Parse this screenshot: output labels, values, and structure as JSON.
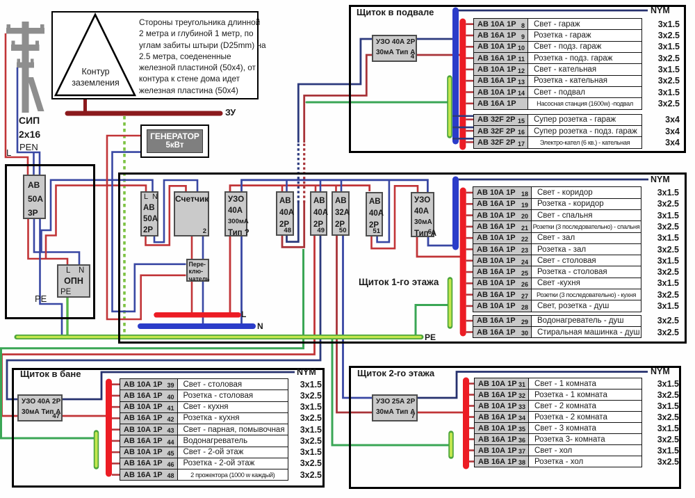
{
  "pole": {
    "sip_line1": "СИП",
    "sip_line2": "2х16",
    "pen": "PEN",
    "l": "L"
  },
  "grounding": {
    "triangle_line1": "Контур",
    "triangle_line2": "заземления",
    "zu": "ЗУ",
    "note_lines": [
      "Стороны треугольника длинной",
      "2 метра и глубиной 1 метр, по",
      "углам забиты штыри (D25mm) на",
      "2.5 метра, соедененные",
      "железной пластиной (50х4), от",
      "контура к стене дома идет",
      "железная пластина (50х4)"
    ]
  },
  "generator": {
    "name": "ГЕНЕРАТОР",
    "power": "5кВт"
  },
  "input_box": {
    "av3p": {
      "line1": "АВ",
      "line2": "50А",
      "line3": "3Р"
    },
    "opn": {
      "l": "L",
      "n": "N",
      "name": "ОПН",
      "pe": "РЕ"
    },
    "pe_wire_label": "РЕ"
  },
  "main_panel": {
    "title": "Щиток 1-го этажа",
    "nym": "NYM",
    "av2p": {
      "l": "L",
      "n": "N",
      "line1": "АВ",
      "line2": "50А",
      "line3": "2Р"
    },
    "meter": {
      "name": "Счетчик",
      "num": "2"
    },
    "switch": {
      "line1": "Пере-",
      "line2": "клю-",
      "line3": "чатель"
    },
    "uzo300": {
      "line1": "УЗО",
      "line2": "40А",
      "line3": "300мА",
      "line4": "Тип ?"
    },
    "av48": {
      "line1": "АВ",
      "line2": "40А",
      "line3": "2Р",
      "num": "48"
    },
    "av49": {
      "line1": "АВ",
      "line2": "40А",
      "line3": "2Р",
      "num": "49"
    },
    "av50": {
      "line1": "АВ",
      "line2": "32А",
      "line3": "2Р",
      "num": "50"
    },
    "av51": {
      "line1": "АВ",
      "line2": "40А",
      "line3": "2Р",
      "num": "51"
    },
    "uzo6": {
      "line1": "УЗО",
      "line2": "40А",
      "line3": "30мА",
      "line4": "Тип А",
      "num": "6"
    },
    "bus_l": "L",
    "bus_n": "N",
    "bus_pe": "PE"
  },
  "panels": {
    "basement": {
      "title": "Щиток в подвале",
      "nym": "NYM",
      "uzo": {
        "line1": "УЗО 40А 2Р",
        "line2": "30мА Тип А",
        "num": "4"
      },
      "rows": [
        {
          "breaker": "АВ 10А 1Р",
          "num": "8",
          "desc": "Свет - гараж",
          "cable": "3х1.5"
        },
        {
          "breaker": "АВ 16А 1Р",
          "num": "9",
          "desc": "Розетка - гараж",
          "cable": "3х2.5"
        },
        {
          "breaker": "АВ 10А 1Р",
          "num": "10",
          "desc": "Свет - подз. гараж",
          "cable": "3х1.5"
        },
        {
          "breaker": "АВ 16А 1Р",
          "num": "11",
          "desc": "Розетка - подз. гараж",
          "cable": "3х2.5"
        },
        {
          "breaker": "АВ 10А 1Р",
          "num": "12",
          "desc": "Свет - кательная",
          "cable": "3х1.5"
        },
        {
          "breaker": "АВ 16А 1Р",
          "num": "13",
          "desc": "Розетка - кательная",
          "cable": "3х2.5"
        },
        {
          "breaker": "АВ 10А 1Р",
          "num": "14",
          "desc": "Свет - подвал",
          "cable": "3х1.5"
        },
        {
          "breaker": "АВ 16А 1Р",
          "num": "",
          "desc": "Насосная станция (1600w) -подвал",
          "cable": "3х2.5",
          "small": true
        },
        {
          "breaker": "АВ 32F 2Р",
          "num": "15",
          "desc": "Супер розетка - гараж",
          "cable": "3х4",
          "gap_before": true,
          "two_pole": true
        },
        {
          "breaker": "АВ 32F 2Р",
          "num": "16",
          "desc": "Супер розетка - подз. гараж",
          "cable": "3х4",
          "two_pole": true
        },
        {
          "breaker": "АВ 32F 2Р",
          "num": "17",
          "desc": "Электро-кател (6 кв.) - кательная",
          "cable": "3х4",
          "two_pole": true,
          "small": true
        }
      ]
    },
    "floor1": {
      "rows": [
        {
          "breaker": "АВ 10А 1Р",
          "num": "18",
          "desc": "Свет - коридор",
          "cable": "3х1.5"
        },
        {
          "breaker": "АВ 16А 1Р",
          "num": "19",
          "desc": "Розетка - коридор",
          "cable": "3х2.5"
        },
        {
          "breaker": "АВ 10А 1Р",
          "num": "20",
          "desc": "Свет - спальня",
          "cable": "3х1.5"
        },
        {
          "breaker": "АВ 16А 1Р",
          "num": "21",
          "desc": "Розетки (3 последовательно) - спальня",
          "cable": "3х2.5",
          "small": true
        },
        {
          "breaker": "АВ 10А 1Р",
          "num": "22",
          "desc": "Свет - зал",
          "cable": "3х1.5"
        },
        {
          "breaker": "АВ 16А 1Р",
          "num": "23",
          "desc": "Розетка - зал",
          "cable": "3х2.5"
        },
        {
          "breaker": "АВ 10А 1Р",
          "num": "24",
          "desc": "Свет - столовая",
          "cable": "3х1.5"
        },
        {
          "breaker": "АВ 16А 1Р",
          "num": "25",
          "desc": "Розетка - столовая",
          "cable": "3х2.5"
        },
        {
          "breaker": "АВ 10А 1Р",
          "num": "26",
          "desc": "Свет -кухня",
          "cable": "3х1.5"
        },
        {
          "breaker": "АВ 16А 1Р",
          "num": "27",
          "desc": "Розетки (3 последовательно) - кухня",
          "cable": "3х2.5",
          "small": true
        },
        {
          "breaker": "АВ 10А 1Р",
          "num": "28",
          "desc": "Свет, розетка - душ",
          "cable": "3х1.5"
        },
        {
          "breaker": "АВ 16А 1Р",
          "num": "29",
          "desc": "Водонагреватель - душ",
          "cable": "3х2.5",
          "gap_before": true
        },
        {
          "breaker": "АВ 16А 1Р",
          "num": "30",
          "desc": "Стиральная машинка - душ",
          "cable": "3х2.5"
        }
      ]
    },
    "bath": {
      "title": "Щиток в бане",
      "nym": "NYM",
      "uzo": {
        "line1": "УЗО 40А 2Р",
        "line2": "30мА Тип А",
        "num": "47"
      },
      "rows": [
        {
          "breaker": "АВ 10А 1Р",
          "num": "39",
          "desc": "Свет - столовая",
          "cable": "3х1.5"
        },
        {
          "breaker": "АВ 16А 1Р",
          "num": "40",
          "desc": "Розетка - столовая",
          "cable": "3х2.5"
        },
        {
          "breaker": "АВ 10А 1Р",
          "num": "41",
          "desc": "Свет - кухня",
          "cable": "3х1.5"
        },
        {
          "breaker": "АВ 16А 1Р",
          "num": "42",
          "desc": "Розетка - кухня",
          "cable": "3х2.5"
        },
        {
          "breaker": "АВ 10А 1Р",
          "num": "43",
          "desc": "Свет - парная, помывочная",
          "cable": "3х1.5"
        },
        {
          "breaker": "АВ 16А 1Р",
          "num": "44",
          "desc": "Водонагреватель",
          "cable": "3х2.5"
        },
        {
          "breaker": "АВ 10А 1Р",
          "num": "45",
          "desc": "Свет - 2-ой этаж",
          "cable": "3х1.5"
        },
        {
          "breaker": "АВ 16А 1Р",
          "num": "46",
          "desc": "Розетка - 2-ой этаж",
          "cable": "3х2.5"
        },
        {
          "breaker": "АВ 16А 1Р",
          "num": "48",
          "desc": "2 прожектора (1000 w  каждый)",
          "cable": "3х2.5",
          "small": true
        }
      ]
    },
    "floor2": {
      "title": "Щиток 2-го этажа",
      "nym": "NYM",
      "uzo": {
        "line1": "УЗО 25А 2Р",
        "line2": "30мА Тип А",
        "num": "7"
      },
      "rows": [
        {
          "breaker": "АВ 10А 1Р",
          "num": "31",
          "desc": "Свет - 1 комната",
          "cable": "3х1.5"
        },
        {
          "breaker": "АВ 16А 1Р",
          "num": "32",
          "desc": "Розетка - 1 комната",
          "cable": "3х2.5"
        },
        {
          "breaker": "АВ 10А 1Р",
          "num": "33",
          "desc": "Свет - 2 комната",
          "cable": "3х1.5"
        },
        {
          "breaker": "АВ 16А 1Р",
          "num": "34",
          "desc": "Розетка - 2 комната",
          "cable": "3х2.5"
        },
        {
          "breaker": "АВ 10А 1Р",
          "num": "35",
          "desc": "Свет - 3 комната",
          "cable": "3х1.5"
        },
        {
          "breaker": "АВ 16А 1Р",
          "num": "36",
          "desc": "Розетка 3- комната",
          "cable": "3х2.5"
        },
        {
          "breaker": "АВ 10А 1Р",
          "num": "37",
          "desc": "Свет - хол",
          "cable": "3х1.5"
        },
        {
          "breaker": "АВ 16А 1Р",
          "num": "38",
          "desc": "Розетка - хол",
          "cable": "3х2.5"
        }
      ]
    }
  }
}
